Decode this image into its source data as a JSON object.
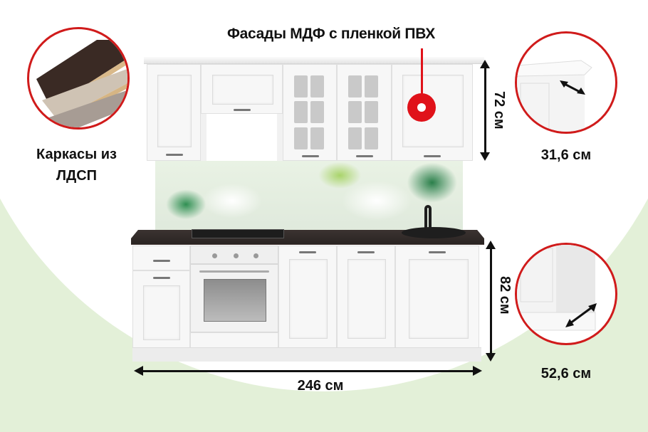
{
  "headline": "Фасады МДФ с пленкой ПВХ",
  "left_feature": {
    "label_line1": "Каркасы из",
    "label_line2": "ЛДСП",
    "image": "chipboard-layers"
  },
  "right_top_feature": {
    "value": "31,6 см",
    "image": "upper-cabinet-depth-detail"
  },
  "right_bottom_feature": {
    "value": "52,6 см",
    "image": "lower-cabinet-depth-detail"
  },
  "dimensions": {
    "upper_height": "72 см",
    "lower_height": "82 см",
    "total_width": "246 см"
  },
  "colors": {
    "accent_red": "#d01b1b",
    "background_green": "#e3f0d8",
    "cabinet_white": "#f7f7f7",
    "countertop": "#2f2826"
  }
}
